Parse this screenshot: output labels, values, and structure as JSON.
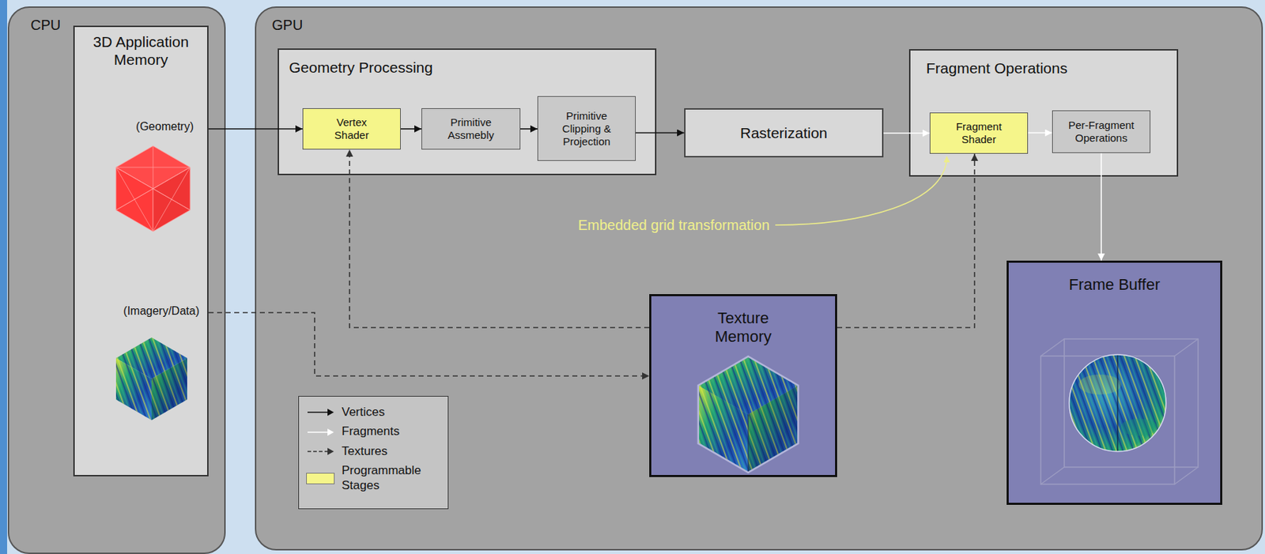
{
  "diagram": {
    "nodes": [
      {
        "text": [
          "CPU"
        ]
      },
      {
        "text": [
          "3D Application Memory"
        ],
        "in": 0
      },
      {
        "text": [
          "GPU"
        ]
      },
      {
        "text": [
          "Geometry Processing"
        ],
        "in": 2
      },
      {
        "text": [
          "Vertex Shader"
        ],
        "in": 3
      },
      {
        "text": [
          "Primitive Assmebly"
        ],
        "in": 3
      },
      {
        "text": [
          "Primitive Clipping & Projection"
        ],
        "in": 3
      },
      {
        "text": [
          "Rasterization"
        ],
        "in": 2
      },
      {
        "text": [
          "Fragment Operations"
        ],
        "in": 2
      },
      {
        "text": [
          "Fragment Shader"
        ],
        "in": 8
      },
      {
        "text": [
          "Per-Fragment Operations"
        ],
        "in": 8
      },
      {
        "text": [
          "Texture Memory"
        ],
        "in": 2
      },
      {
        "text": [
          "Frame Buffer"
        ],
        "in": 2
      }
    ],
    "edges": [
      {
        "from": 1,
        "to": 4,
        "arrow": "to"
      },
      {
        "from": 4,
        "to": 5,
        "arrow": "to"
      },
      {
        "from": 5,
        "to": 6,
        "arrow": "to"
      },
      {
        "from": 6,
        "to": 7,
        "arrow": "to"
      },
      {
        "from": 7,
        "to": 9,
        "arrow": "to"
      },
      {
        "from": 9,
        "to": 10,
        "arrow": "to"
      },
      {
        "from": 10,
        "to": 12,
        "arrow": "to"
      },
      {
        "from": 1,
        "to": 11,
        "arrow": "to"
      },
      {
        "from": 11,
        "to": 4,
        "arrow": "to"
      },
      {
        "from": 11,
        "to": 9,
        "arrow": "to"
      }
    ],
    "labels": [
      "(Geometry)",
      "(Imagery/Data)",
      "Embedded grid transformation"
    ],
    "legend": [
      {
        "text": "Vertices"
      },
      {
        "text": "Fragments"
      },
      {
        "text": "Textures"
      },
      {
        "text": "Programmable Stages",
        "color": "#f5f58a"
      }
    ]
  }
}
